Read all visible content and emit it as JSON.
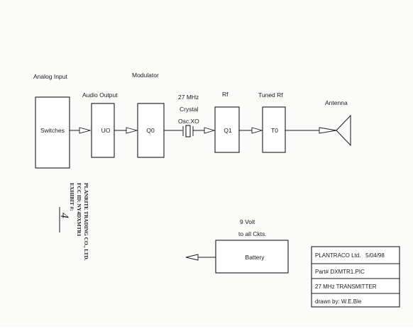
{
  "labels": {
    "analog_input": "Analog Input",
    "audio_output": "Audio Output",
    "modulator": "Modulator",
    "crystal_freq": "27 MHz",
    "crystal": "Crystal",
    "osc_xo": "Osc.XO",
    "rf": "Rf",
    "tuned_rf": "Tuned Rf",
    "antenna": "Antenna",
    "nine_volt": "9 Volt",
    "to_all_ckts": "to all Ckts."
  },
  "blocks": {
    "switches": "Switches",
    "uo": "UO",
    "q0": "Q0",
    "q1": "Q1",
    "t0": "T0",
    "battery": "Battery"
  },
  "stamp": {
    "line1": "PLANRITE TRADING CO., LTD.",
    "line2": "FCC ID: NY4DXMTR1",
    "line3": "EXHIBIT #:",
    "exhibit_number": "4"
  },
  "title_block": {
    "company_date": "PLANTRACO Ltd.   5/04/98",
    "part": "Part# DXMTR1.PIC",
    "title": "27 MHz TRANSMITTER",
    "drawn_by": "drawn by: W.E.Ble"
  }
}
